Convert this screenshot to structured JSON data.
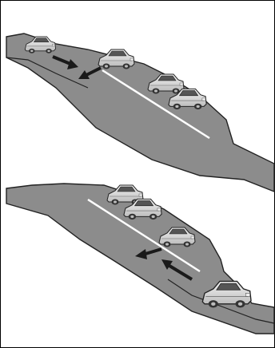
{
  "figure": {
    "panels": [
      {
        "id": "top",
        "scene": "merging-onto-highway",
        "vehicles": [
          "car-merging",
          "car-lane-left",
          "car-lane-right-1",
          "car-lane-right-2"
        ],
        "arrows": [
          "arrow-forward",
          "arrow-into-lane"
        ]
      },
      {
        "id": "bottom",
        "scene": "exiting-highway",
        "vehicles": [
          "car-lane-left-1",
          "car-lane-left-2",
          "car-lane-right",
          "car-exiting"
        ],
        "arrows": [
          "arrow-into-exit",
          "arrow-forward-exit"
        ]
      }
    ],
    "colors": {
      "road": "#8c8c8c",
      "road_edge": "#222222",
      "lane_marking": "#ffffff",
      "arrow": "#1a1a1a",
      "car_body": "#d9d9d9",
      "car_dark": "#333333",
      "frame_border": "#000000"
    }
  }
}
